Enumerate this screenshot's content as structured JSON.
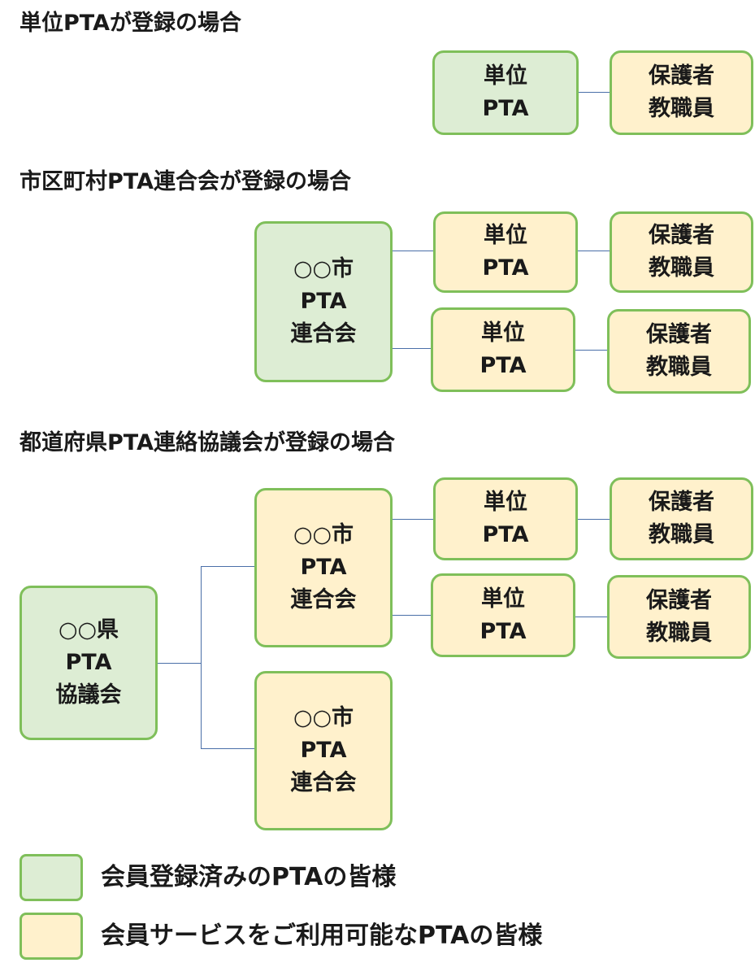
{
  "sections": {
    "unit": {
      "heading": "単位PTAが登録の場合"
    },
    "city": {
      "heading": "市区町村PTA連合会が登録の場合"
    },
    "prefecture": {
      "heading": "都道府県PTA連絡協議会が登録の場合"
    }
  },
  "labels": {
    "unit_pta": [
      "単位",
      "PTA"
    ],
    "members": [
      "保護者",
      "教職員"
    ],
    "city_assoc": [
      "○○市",
      "PTA",
      "連合会"
    ],
    "pref_council": [
      "○○県",
      "PTA",
      "協議会"
    ]
  },
  "legend": {
    "registered": "会員登録済みのPTAの皆様",
    "available": "会員サービスをご利用可能なPTAの皆様"
  },
  "colors": {
    "registered_fill": "#ddedd4",
    "available_fill": "#fff1cc",
    "border": "#7fbf5a",
    "connector": "#4a6fa8"
  }
}
